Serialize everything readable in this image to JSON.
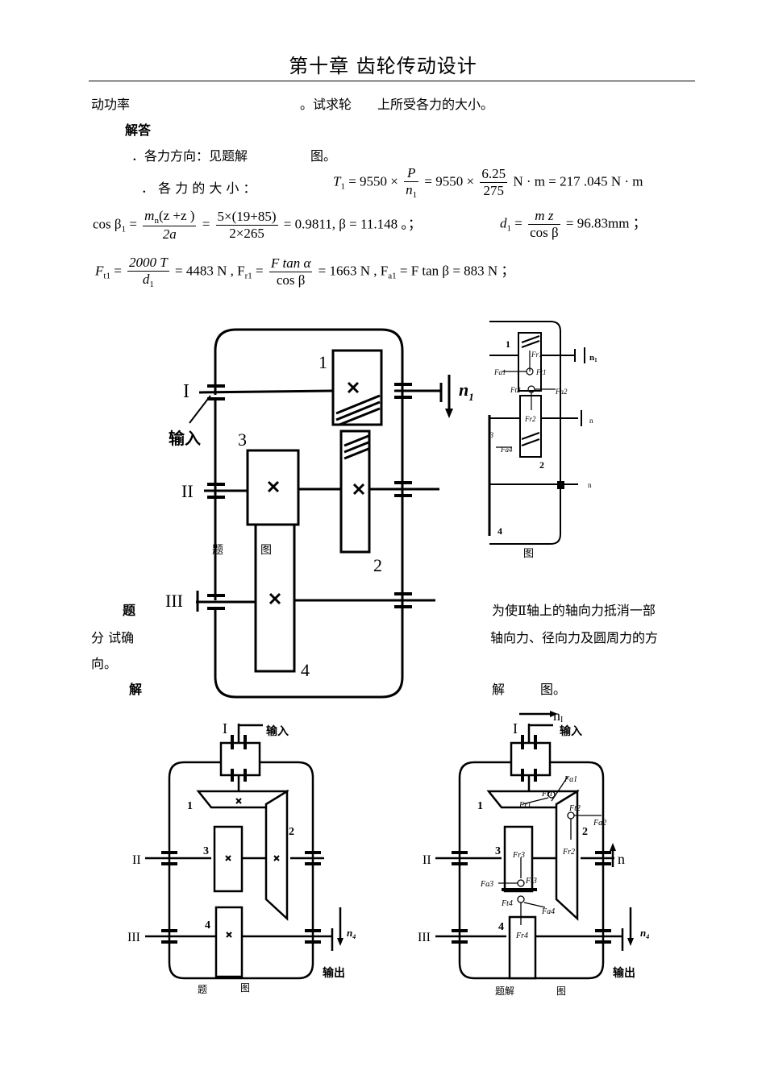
{
  "header": {
    "title": "第十章 齿轮传动设计"
  },
  "text": {
    "line1_a": "动功率",
    "line1_b": "。试求轮",
    "line1_c": "上所受各力的大小。",
    "answer_title": "解答",
    "item1": "．各力方向：见题解",
    "item1_fig": "图。",
    "item2_label": "．  各  力  的  大  小  ：",
    "t1_num_a": "P",
    "t1_den_a": "n",
    "t1_num_b": "6.25",
    "t1_den_b": "275",
    "t1_text_pre": "T",
    "t1_eq1": "= 9550 ×",
    "t1_eq2": "= 9550 ×",
    "t1_result": "N · m = 217 .045 N · m",
    "cos_left": "cos β",
    "cos_frac1_num": "m",
    "cos_frac1_num_rest": "(z +z )",
    "cos_frac1_den": "2a",
    "cos_frac2_num": "5×(19+85)",
    "cos_frac2_den": "2×265",
    "cos_result": "= 0.9811, β = 11.148 。；",
    "d1_left": "d",
    "d1_num": "m z",
    "d1_den": "cos β",
    "d1_result": "= 96.83mm ；",
    "ft1_left": "F",
    "ft1_num": "2000 T",
    "ft1_den": "d",
    "ft1_result": "= 4483 N , F",
    "fr1_num": "F  tan α",
    "fr1_den": "cos β",
    "fr1_result": "= 1663 N , F",
    "fa1_result": "= F    tan  β   = 883 N ；",
    "q2_label": "题",
    "q2_text": "为使Ⅱ轴上的轴向力抵消一部",
    "q2_cont_a": "分 试确",
    "q2_cont_b": "轴向力、径向力及圆周力的方",
    "q2_end": "向。",
    "sol2_a": "解",
    "sol2_b": "解",
    "sol2_c": "图。"
  },
  "fig1": {
    "shaft_I": "I",
    "shaft_II": "II",
    "shaft_III": "III",
    "gear1": "1",
    "gear2": "2",
    "gear3": "3",
    "gear4": "4",
    "input": "输入",
    "speed": "n",
    "speed_sub": "1",
    "caption_a": "题",
    "caption_b": "图"
  },
  "fig2": {
    "gear1": "1",
    "gear2": "2",
    "gear4": "4",
    "n1": "n",
    "n1_sub": "1",
    "n2": "n",
    "n3": "n",
    "caption": "图",
    "labels": [
      "Fr1",
      "Fa1",
      "Ft1",
      "Ft2",
      "Fa2",
      "Fr2",
      "t3",
      "Fa4"
    ]
  },
  "fig3": {
    "shaft_I": "I",
    "shaft_II": "II",
    "shaft_III": "III",
    "input": "输入",
    "output": "输出",
    "gear1": "1",
    "gear2": "2",
    "gear3": "3",
    "gear4": "4",
    "n4": "n",
    "n4_sub": "4",
    "caption_a": "题",
    "caption_b": "图"
  },
  "fig4": {
    "shaft_I": "I",
    "shaft_II": "II",
    "shaft_III": "III",
    "input": "输入",
    "output": "输出",
    "n1": "n",
    "n1_sub": "I",
    "n2": "n",
    "n4": "n",
    "n4_sub": "4",
    "gear1": "1",
    "gear2": "2",
    "gear3": "3",
    "gear4": "4",
    "caption_a": "题解",
    "caption_b": "图",
    "labels": [
      "Fa1",
      "Ft1",
      "Fr1",
      "Ft2",
      "Fa2",
      "Fr2",
      "Fr3",
      "Fa3",
      "Ft3",
      "Ft4",
      "Fa4",
      "Fr4"
    ]
  }
}
